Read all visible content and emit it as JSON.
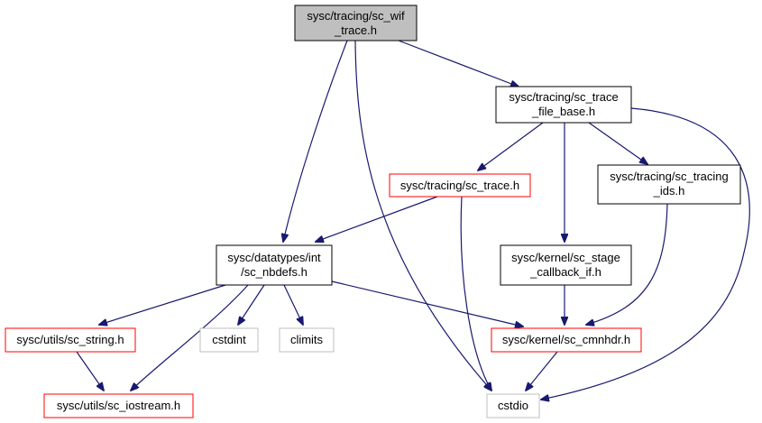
{
  "colors": {
    "edge": "#191970",
    "border_default": "#000000",
    "border_red": "#ff0000",
    "border_gray": "#bfbfbf",
    "fill_root": "#bfbfbf",
    "fill_default": "#ffffff"
  },
  "nodes": {
    "sc_wif_trace": {
      "line1": "sysc/tracing/sc_wif",
      "line2": "_trace.h"
    },
    "sc_trace_file_base": {
      "line1": "sysc/tracing/sc_trace",
      "line2": "_file_base.h"
    },
    "sc_trace": {
      "line1": "sysc/tracing/sc_trace.h"
    },
    "sc_tracing_ids": {
      "line1": "sysc/tracing/sc_tracing",
      "line2": "_ids.h"
    },
    "sc_nbdefs": {
      "line1": "sysc/datatypes/int",
      "line2": "/sc_nbdefs.h"
    },
    "sc_stage_callback_if": {
      "line1": "sysc/kernel/sc_stage",
      "line2": "_callback_if.h"
    },
    "sc_string": {
      "line1": "sysc/utils/sc_string.h"
    },
    "cstdint": {
      "line1": "cstdint"
    },
    "climits": {
      "line1": "climits"
    },
    "sc_cmnhdr": {
      "line1": "sysc/kernel/sc_cmnhdr.h"
    },
    "sc_iostream": {
      "line1": "sysc/utils/sc_iostream.h"
    },
    "cstdio": {
      "line1": "cstdio"
    }
  }
}
